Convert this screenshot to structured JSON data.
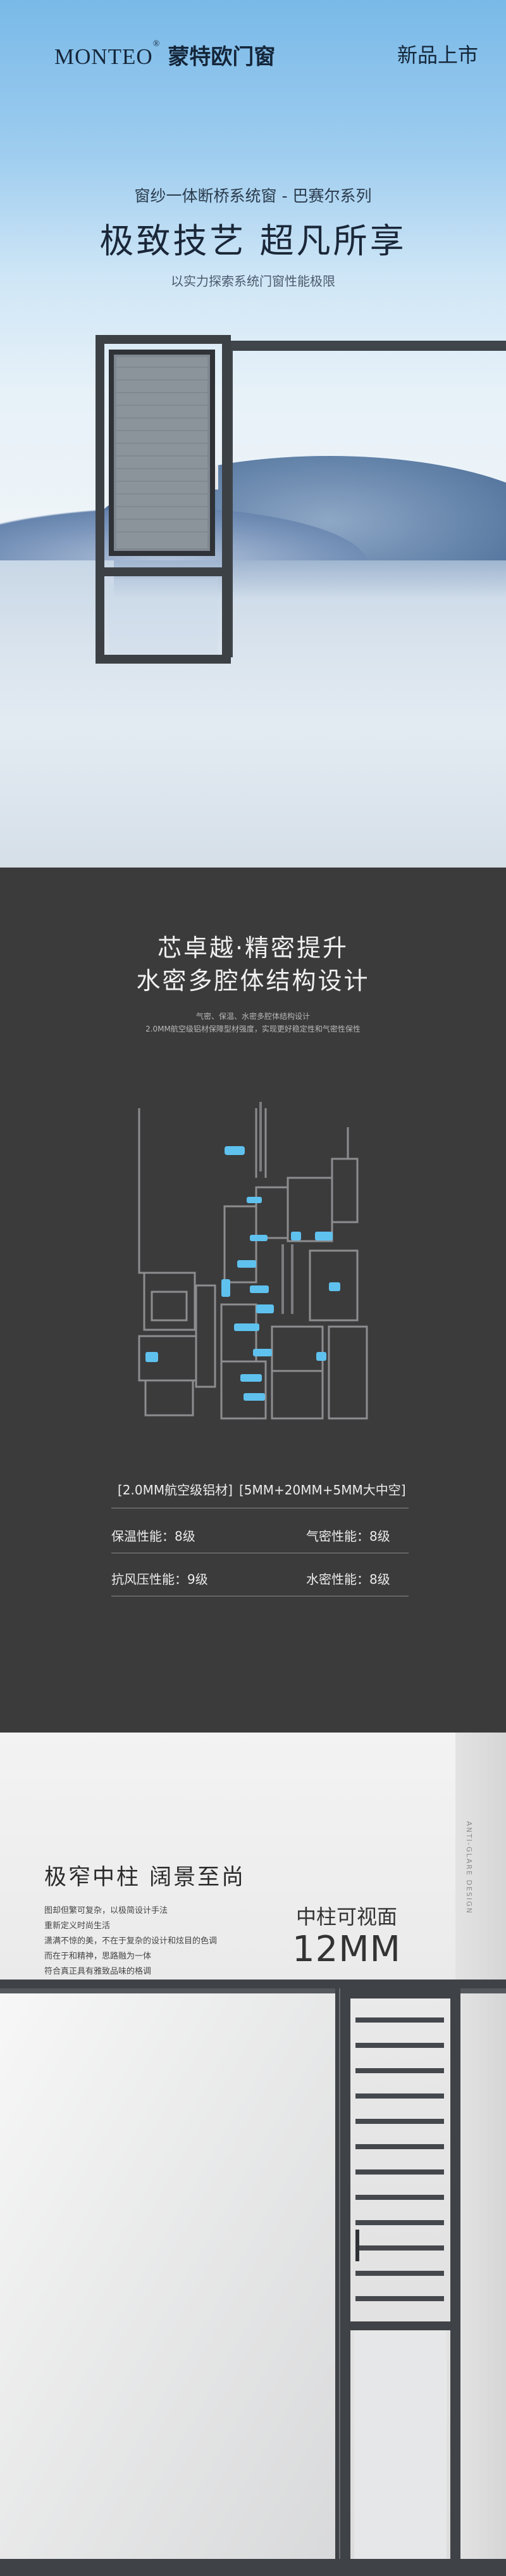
{
  "header": {
    "brand_latin": "MONTEO",
    "brand_registered": "®",
    "brand_cn": "蒙特欧门窗",
    "new_tag": "新品上市"
  },
  "hero": {
    "subtitle": "窗纱一体断桥系统窗 - 巴赛尔系列",
    "title": "极致技艺 超凡所享",
    "tagline": "以实力探索系统门窗性能极限"
  },
  "structure": {
    "title_line1": "芯卓越·精密提升",
    "title_line2": "水密多腔体结构设计",
    "desc_line1": "气密、保温、水密多腔体结构设计",
    "desc_line2": "2.0MM航空级铝材保障型材强度，实现更好稳定性和气密性保性",
    "spec_material": "[2.0MM航空级铝材]",
    "spec_glass": "[5MM+20MM+5MM大中空]",
    "perf": [
      {
        "label": "保温性能：8级"
      },
      {
        "label": "气密性能：8级"
      },
      {
        "label": "抗风压性能：9级"
      },
      {
        "label": "水密性能：8级"
      }
    ]
  },
  "pillar": {
    "title": "极窄中柱 阔景至尚",
    "para": [
      "图却但繁可复杂，以极简设计手法",
      "重新定义时尚生活",
      "潇满不惊的美，不在于复杂的设计和炫目的色调",
      "而在于和精神，思路融为一体",
      "符合真正具有雅致品味的格调"
    ],
    "visible_label": "中柱可视面",
    "visible_value": "12MM",
    "side_text": "ANTI-GLARE DESIGN"
  },
  "colors": {
    "frame": "#3f4246",
    "dark_bg": "#3b3b3c",
    "accent_blue": "#5fc1ee"
  }
}
